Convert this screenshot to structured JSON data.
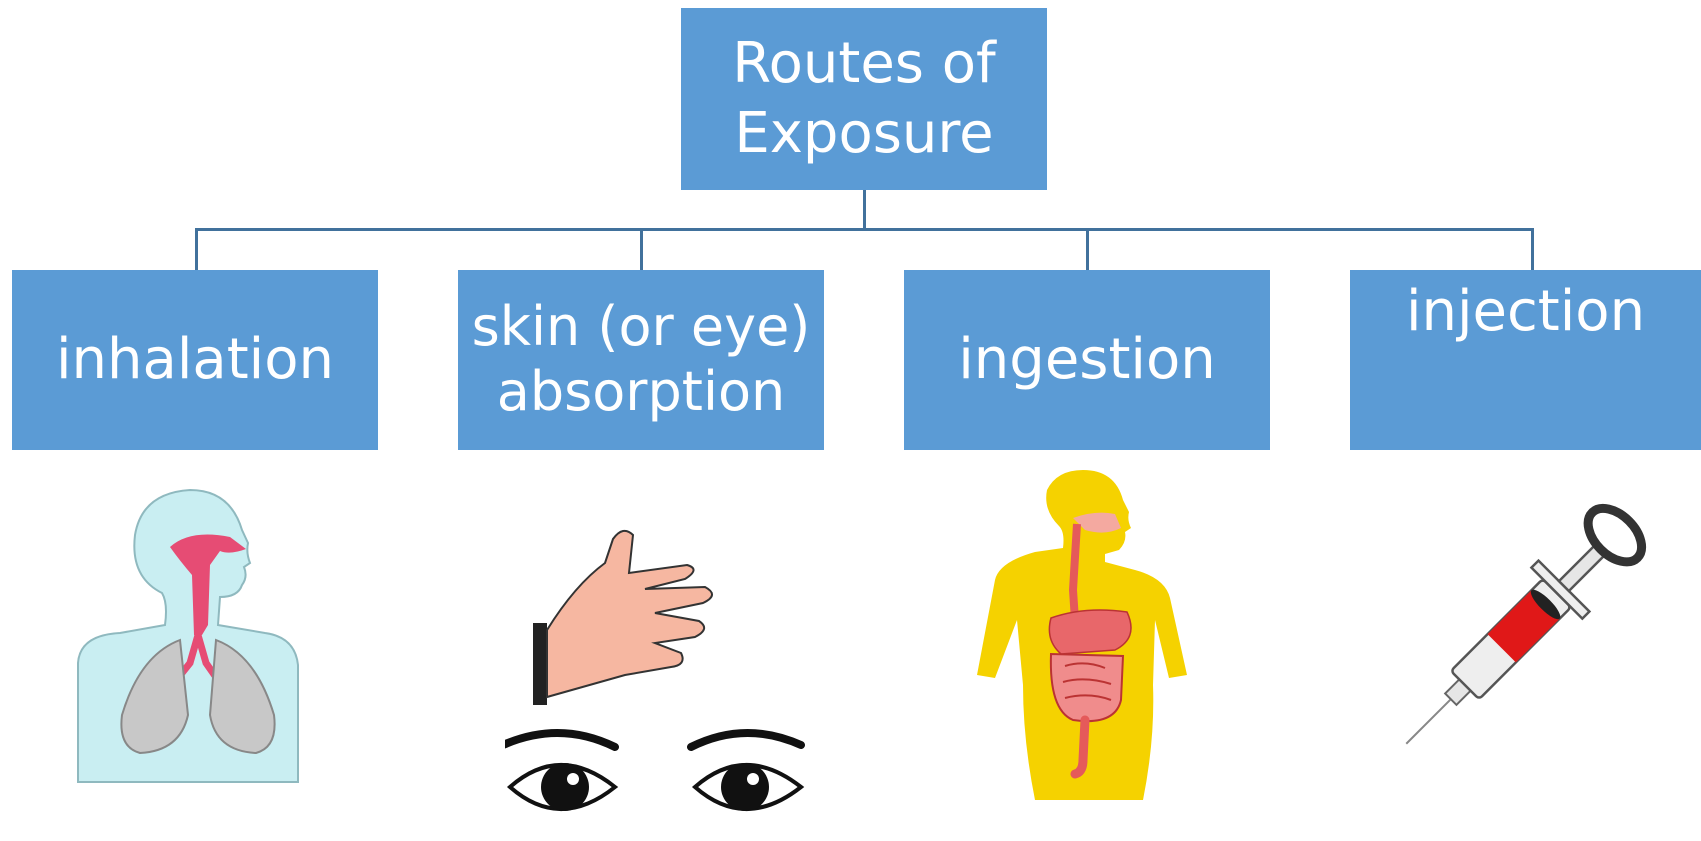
{
  "root": {
    "line1": "Routes of",
    "line2": "Exposure"
  },
  "children": [
    {
      "line1": "inhalation",
      "illustration": "respiratory-system-icon"
    },
    {
      "line1": "skin (or eye)",
      "line2": "absorption",
      "illustration": "hand-and-eyes-icon"
    },
    {
      "line1": "ingestion",
      "illustration": "digestive-system-icon"
    },
    {
      "line1": "injection",
      "illustration": "syringe-icon"
    }
  ],
  "colors": {
    "box_fill": "#5b9bd5",
    "connector": "#41719c",
    "box_text": "#ffffff"
  }
}
